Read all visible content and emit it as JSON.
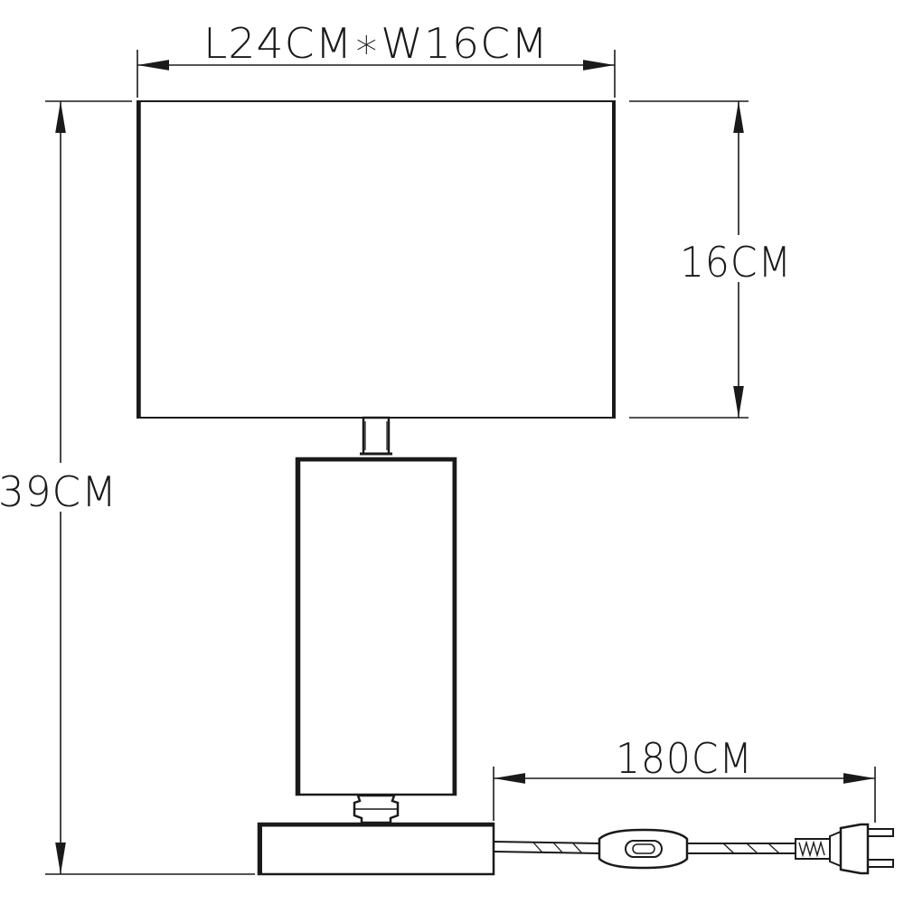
{
  "dimensions": {
    "shade_size": "L24CM∗W16CM",
    "shade_height": "16CM",
    "total_height": "39CM",
    "cable_length": "180CM"
  },
  "colors": {
    "line": "#1a1a1a",
    "background": "#ffffff"
  }
}
